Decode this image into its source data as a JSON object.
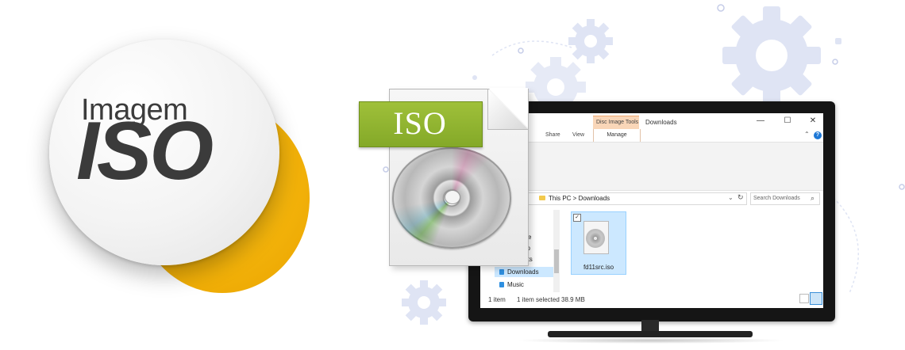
{
  "badge": {
    "line1": "Imagem",
    "line2": "ISO"
  },
  "iso_icon": {
    "label": "ISO"
  },
  "explorer": {
    "title": "Downloads",
    "ribbon_context_label": "Disc Image Tools",
    "tabs": [
      "Share",
      "View",
      "Manage"
    ],
    "window_controls": [
      "—",
      "☐",
      "✕"
    ],
    "help_label": "?",
    "breadcrumb": "This PC  >  Downloads",
    "search_placeholder": "Search Downloads",
    "nav_items": [
      "e",
      "op",
      "ments",
      "Downloads",
      "Music"
    ],
    "file": {
      "name": "fd11src.iso"
    },
    "status": {
      "count": "1 item",
      "selected": "1 item selected",
      "size": "38.9 MB"
    }
  },
  "colors": {
    "accent_yellow": "#f2b109",
    "iso_green": "#8fb22e",
    "gear_blue": "#dfe4f4",
    "selection_blue": "#cce8ff"
  }
}
